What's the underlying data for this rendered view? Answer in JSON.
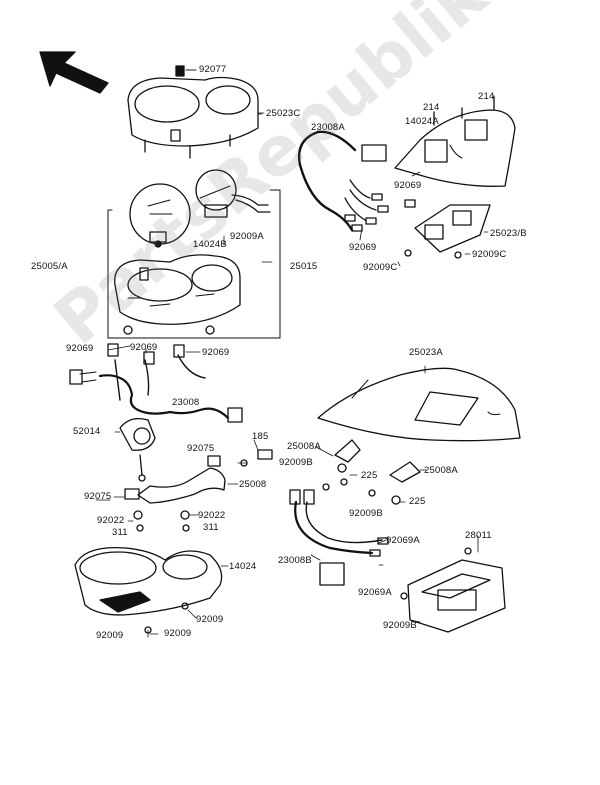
{
  "watermark": "PartsRepublik",
  "labels": {
    "l92077": "92077",
    "l25023C": "25023C",
    "l214a": "214",
    "l214b": "214",
    "l23008A": "23008A",
    "l14024A": "14024A",
    "l92069a": "92069",
    "l92009A": "92009A",
    "l14024B": "14024B",
    "l25005A": "25005/A",
    "l25015": "25015",
    "l92069b": "92069",
    "l25023B": "25023/B",
    "l92009Ca": "92009C",
    "l92009Cb": "92009C",
    "l92069c": "92069",
    "l92069d": "92069",
    "l92069e": "92069",
    "l25023A": "25023A",
    "l23008": "23008",
    "l185": "185",
    "l92075": "92075",
    "l25008A": "25008A",
    "l92009Ba": "92009B",
    "l225a": "225",
    "l52014": "52014",
    "l25008": "25008",
    "l92075b": "92075",
    "l92022a": "92022",
    "l92022b": "92022",
    "l311a": "311",
    "l311b": "311",
    "l25008Ab": "25008A",
    "l225b": "225",
    "l92009Bb": "92009B",
    "l23008B": "23008B",
    "l92069Aa": "92069A",
    "l92069Ab": "92069A",
    "l28011": "28011",
    "l92009Bc": "92009B",
    "l14024": "14024",
    "l92009a": "92009",
    "l92009b": "92009",
    "l92009c": "92009"
  }
}
